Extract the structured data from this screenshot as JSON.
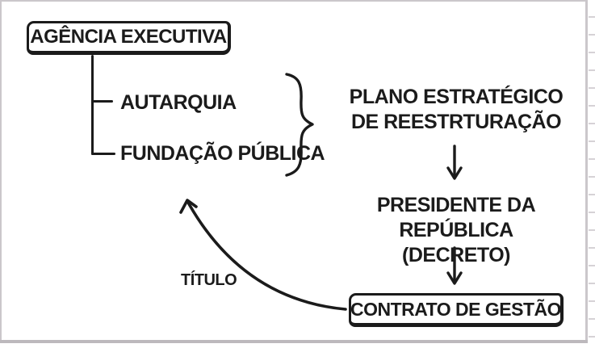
{
  "meta": {
    "background": "#ffffff",
    "ink_color": "#1b1b1b",
    "frame_color": "#cbc7cb"
  },
  "diagram": {
    "agency_box_label": "AGÊNCIA EXECUTIVA",
    "tree_items": [
      {
        "label": "AUTARQUIA"
      },
      {
        "label": "FUNDAÇÃO PÚBLICA"
      }
    ],
    "flow": {
      "step1_line1": "PLANO ESTRATÉGICO",
      "step1_line2": "DE REESTRTURAÇÃO",
      "step2_line1": "PRESIDENTE DA REPÚBLICA",
      "step2_line2": "(DECRETO)",
      "step3_label": "CONTRATO DE GESTÃO"
    },
    "curve_label": "TÍTULO"
  }
}
